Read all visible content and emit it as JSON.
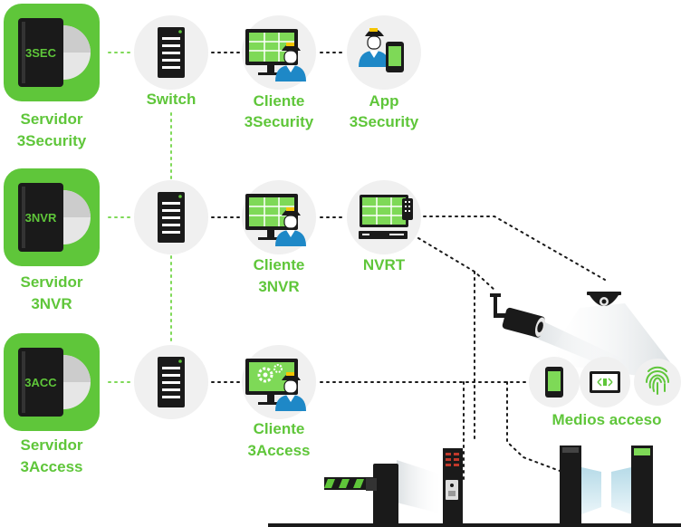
{
  "servers": [
    {
      "code": "3SEC",
      "label_line1": "Servidor",
      "label_line2": "3Security"
    },
    {
      "code": "3NVR",
      "label_line1": "Servidor",
      "label_line2": "3NVR"
    },
    {
      "code": "3ACC",
      "label_line1": "Servidor",
      "label_line2": "3Access"
    }
  ],
  "switch_label": "Switch",
  "clients": [
    {
      "label_line1": "Cliente",
      "label_line2": "3Security"
    },
    {
      "label_line1": "Cliente",
      "label_line2": "3NVR"
    },
    {
      "label_line1": "Cliente",
      "label_line2": "3Access"
    }
  ],
  "app": {
    "label_line1": "App",
    "label_line2": "3Security"
  },
  "nvrt_label": "NVRT",
  "access_media_label": "Medios acceso",
  "colors": {
    "brand_green": "#5fc63a",
    "dark": "#1a1a1a",
    "light_gray": "#f0f0f0"
  },
  "icons": [
    "server-book-icon",
    "switch-icon",
    "monitor-operator-icon",
    "mobile-app-icon",
    "nvr-workstation-icon",
    "bullet-camera-icon",
    "dome-camera-icon",
    "phone-credential-icon",
    "card-credential-icon",
    "fingerprint-icon",
    "barrier-gate-icon",
    "access-reader-post-icon",
    "turnstile-icon"
  ]
}
